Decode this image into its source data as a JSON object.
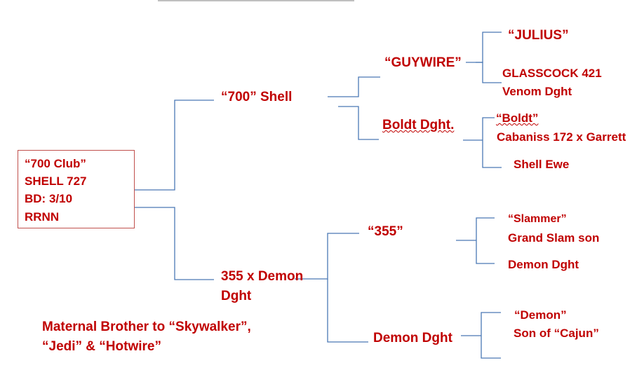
{
  "colors": {
    "text": "#c00000",
    "lines": "#4a78b5",
    "box_border": "#c0504d",
    "top_rule": "#bfbfbf"
  },
  "root": {
    "lines": [
      "“700 Club”",
      "SHELL  727",
      "BD:  3/10",
      "RRNN"
    ]
  },
  "sire": {
    "label": "“700” Shell",
    "sire": {
      "label": "“GUYWIRE”",
      "sire": "“JULIUS”",
      "dam_lines": [
        "GLASSCOCK  421",
        "Venom Dght"
      ]
    },
    "dam": {
      "label": "Boldt Dght.",
      "sire_lines": [
        "“Boldt”",
        "Cabaniss  172 x Garrett"
      ],
      "dam": "Shell Ewe"
    }
  },
  "dam": {
    "label_lines": [
      "355 x Demon",
      "Dght"
    ],
    "sire": {
      "label": "“355”",
      "sire_lines": [
        "“Slammer”",
        "Grand Slam son"
      ],
      "dam": "Demon Dght"
    },
    "dam": {
      "label": "Demon Dght",
      "sire_lines": [
        "“Demon”",
        "Son of “Cajun”"
      ]
    }
  },
  "note_lines": [
    "Maternal Brother to “Skywalker”,",
    "“Jedi” & “Hotwire”"
  ]
}
